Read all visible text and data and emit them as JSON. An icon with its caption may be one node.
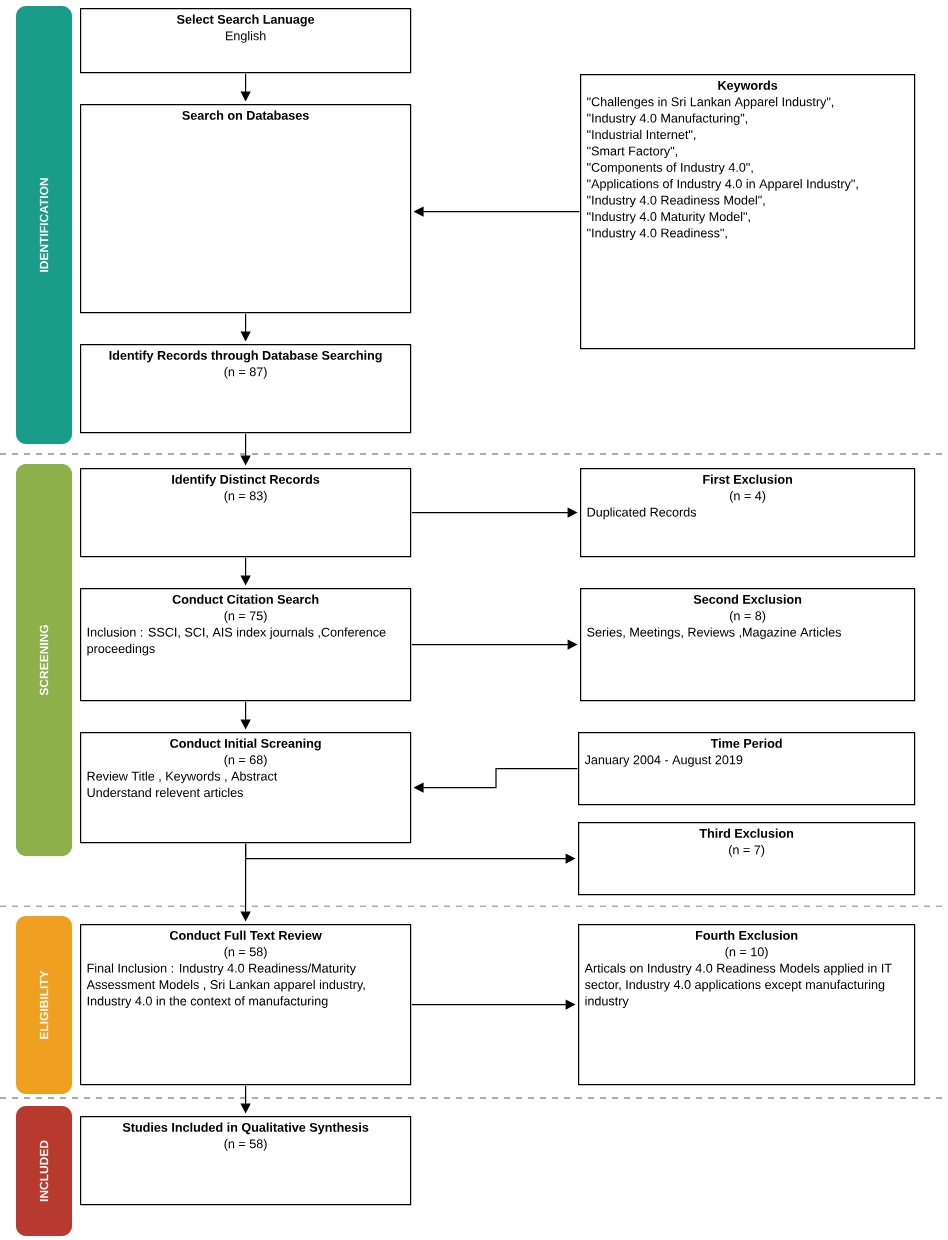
{
  "diagram": {
    "nodes": [
      {
        "text": [
          "IDENTIFICATION"
        ]
      },
      {
        "text": [
          "Select Search Lanuage",
          "English"
        ]
      },
      {
        "text": [
          "Search on Databases"
        ]
      },
      {
        "text": [
          "Keywords",
          "\"Challenges in Sri Lankan Apparel Industry\",",
          "\"Industry 4.0 Manufacturing\",",
          "\"Industrial Internet\",",
          "\"Smart Factory\",",
          "\"Components of Industry 4.0\",",
          "\"Applications of Industry 4.0 in Apparel Industry\",",
          "\"Industry 4.0 Readiness Model\",",
          "\"Industry 4.0 Maturity Model\",",
          "\"Industry 4.0 Readiness\","
        ]
      },
      {
        "text": [
          "Identify Records through Database Searching",
          "(n = 87)"
        ]
      },
      {
        "text": [
          "SCREENING"
        ]
      },
      {
        "text": [
          "Identify Distinct Records",
          "(n = 83)"
        ]
      },
      {
        "text": [
          "First Exclusion",
          "(n = 4)",
          "Duplicated Records"
        ]
      },
      {
        "text": [
          "Conduct Citation Search",
          "(n = 75)",
          "Inclusion : SSCI, SCI,  AIS index journals ,Conference proceedings"
        ]
      },
      {
        "text": [
          "Second Exclusion",
          "(n = 8)",
          "Series, Meetings,  Reviews ,Magazine Articles"
        ]
      },
      {
        "text": [
          "Conduct Initial Screaning",
          "(n = 68)",
          "Review Title , Keywords , Abstract",
          "Understand relevent articles"
        ]
      },
      {
        "text": [
          "Time Period",
          "January 2004 - August 2019"
        ]
      },
      {
        "text": [
          "Third Exclusion",
          "(n = 7)"
        ]
      },
      {
        "text": [
          "ELIGIBILITY"
        ]
      },
      {
        "text": [
          "Conduct Full Text Review",
          "(n = 58)",
          "Final Inclusion : Industry 4.0 Readiness/Maturity Assessment Models , Sri Lankan apparel industry, Industry 4.0 in the context of manufacturing"
        ]
      },
      {
        "text": [
          "Fourth Exclusion",
          "(n = 10)",
          "Articals on Industry 4.0 Readiness Models applied in IT sector, Industry 4.0 applications except manufacturing industry"
        ]
      },
      {
        "text": [
          "INCLUDED"
        ]
      },
      {
        "text": [
          "Studies Included in Qualitative Synthesis",
          "(n = 58)"
        ]
      }
    ],
    "edges": [
      {
        "from": 1,
        "to": 2,
        "arrow": "to"
      },
      {
        "from": 3,
        "to": 2,
        "arrow": "to"
      },
      {
        "from": 2,
        "to": 4,
        "arrow": "to"
      },
      {
        "from": 4,
        "to": 6,
        "arrow": "to"
      },
      {
        "from": 6,
        "to": 7,
        "arrow": "to"
      },
      {
        "from": 6,
        "to": 8,
        "arrow": "to"
      },
      {
        "from": 8,
        "to": 9,
        "arrow": "to"
      },
      {
        "from": 8,
        "to": 10,
        "arrow": "to"
      },
      {
        "from": 11,
        "to": 10,
        "arrow": "to"
      },
      {
        "from": 10,
        "to": 12,
        "arrow": "to"
      },
      {
        "from": 10,
        "to": 14,
        "arrow": "to"
      },
      {
        "from": 14,
        "to": 15,
        "arrow": "to"
      },
      {
        "from": 14,
        "to": 17,
        "arrow": "to"
      }
    ]
  }
}
